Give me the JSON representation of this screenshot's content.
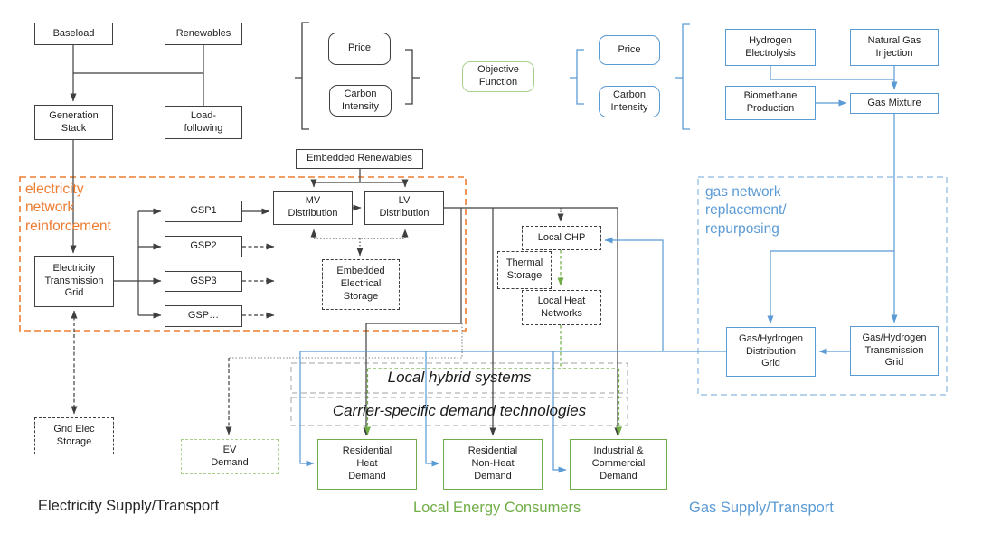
{
  "palette": {
    "orange": "#ed7d31",
    "blue": "#5b9bd5",
    "light_blue": "#9dc3e6",
    "green": "#70ad47",
    "light_green": "#a9d18e",
    "dark": "#3f3f3f"
  },
  "boxes": {
    "baseload": "Baseload",
    "renewables": "Renewables",
    "generation_stack": "Generation\nStack",
    "load_following": "Load-\nfollowing",
    "price_elec": "Price",
    "carbon_elec": "Carbon\nIntensity",
    "objective": "Objective\nFunction",
    "price_gas": "Price",
    "carbon_gas": "Carbon\nIntensity",
    "hydrogen_electrolysis": "Hydrogen\nElectrolysis",
    "natural_gas_injection": "Natural Gas\nInjection",
    "biomethane_production": "Biomethane\nProduction",
    "gas_mixture": "Gas Mixture",
    "embedded_renewables": "Embedded Renewables",
    "mv_distribution": "MV\nDistribution",
    "lv_distribution": "LV\nDistribution",
    "electricity_transmission_grid": "Electricity\nTransmission\nGrid",
    "gsp1": "GSP1",
    "gsp2": "GSP2",
    "gsp3": "GSP3",
    "gsp_more": "GSP…",
    "embedded_electrical_storage": "Embedded\nElectrical\nStorage",
    "local_chp": "Local CHP",
    "thermal_storage": "Thermal\nStorage",
    "local_heat_networks": "Local Heat\nNetworks",
    "gas_distribution_grid": "Gas/Hydrogen\nDistribution\nGrid",
    "gas_transmission_grid": "Gas/Hydrogen\nTransmission\nGrid",
    "grid_elec_storage": "Grid Elec\nStorage",
    "ev_demand": "EV\nDemand",
    "res_heat_demand": "Residential\nHeat\nDemand",
    "res_nonheat_demand": "Residential\nNon-Heat\nDemand",
    "industrial_demand": "Industrial &\nCommercial\nDemand"
  },
  "regions": {
    "electricity": "electricity\nnetwork\nreinforcement",
    "gas": "gas network\nreplacement/\nrepurposing"
  },
  "bands": {
    "hybrid": "Local hybrid systems",
    "carrier": "Carrier-specific demand technologies"
  },
  "footer": {
    "electricity": "Electricity Supply/Transport",
    "consumers": "Local Energy Consumers",
    "gas": "Gas Supply/Transport"
  }
}
